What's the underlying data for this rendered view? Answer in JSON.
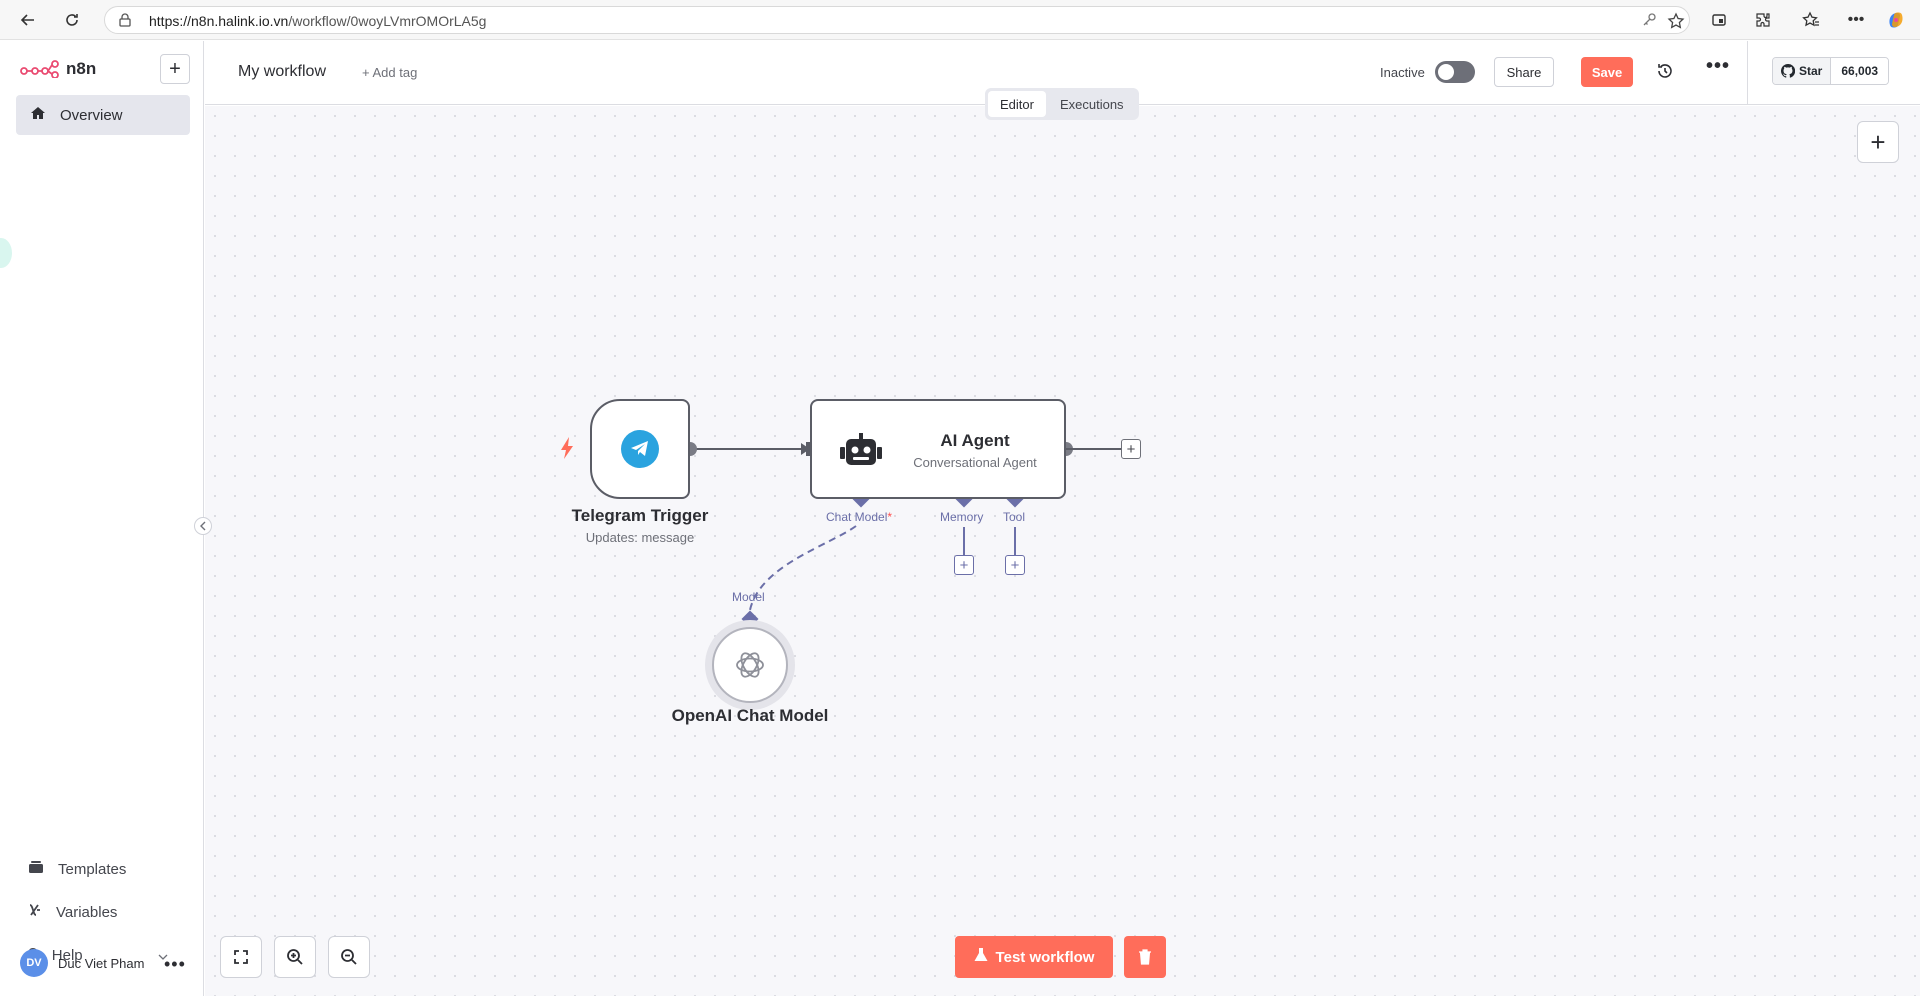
{
  "browser": {
    "url_domain": "https://n8n.halink.io.vn",
    "url_path": "/workflow/0woyLVmrOMOrLA5g"
  },
  "sidebar": {
    "logo_text": "n8n",
    "new_button": "+",
    "overview": "Overview",
    "templates": "Templates",
    "variables": "Variables",
    "help": "Help",
    "user_initials": "DV",
    "user_name": "Duc Viet Pham",
    "user_menu": "•••"
  },
  "header": {
    "workflow_name": "My workflow",
    "add_tag": "+ Add tag",
    "active_status": "Inactive",
    "share": "Share",
    "save": "Save",
    "more": "•••",
    "github_star": "Star",
    "github_count": "66,003"
  },
  "canvas": {
    "tabs": [
      "Editor",
      "Executions"
    ],
    "active_tab": "Editor",
    "add_node": "+",
    "nodes": {
      "telegram": {
        "title": "Telegram Trigger",
        "subtitle": "Updates: message"
      },
      "agent": {
        "title": "AI Agent",
        "subtitle": "Conversational Agent"
      },
      "openai": {
        "title": "OpenAI Chat Model"
      }
    },
    "ports": {
      "chat_model": "Chat Model",
      "chat_model_required": "*",
      "memory": "Memory",
      "tool": "Tool",
      "model": "Model"
    },
    "test_workflow": "Test workflow"
  },
  "colors": {
    "accent": "#ff6d5a",
    "port_purple": "#6b6fa8",
    "telegram_blue": "#2aa3df",
    "avatar_blue": "#5b8fe8"
  }
}
